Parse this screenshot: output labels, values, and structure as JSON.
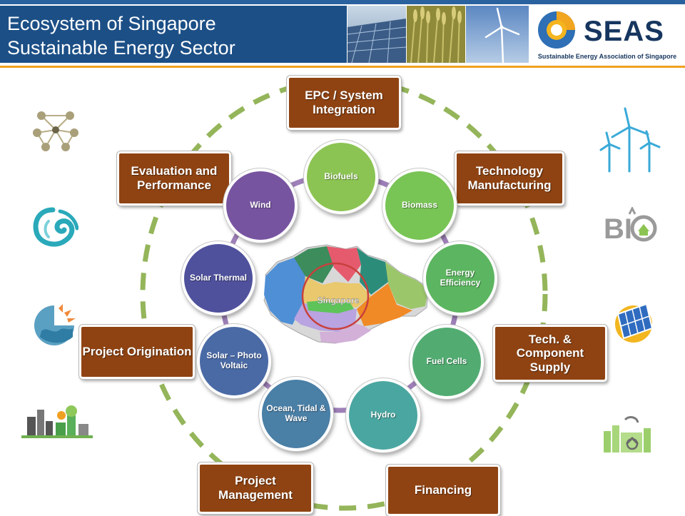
{
  "header": {
    "title_line1": "Ecosystem of Singapore",
    "title_line2": "Sustainable Energy Sector"
  },
  "logo": {
    "text": "SEAS",
    "subtitle": "Sustainable Energy Association of Singapore"
  },
  "stakeholders": {
    "epc": "EPC / System Integration",
    "technology": "Technology Manufacturing",
    "component": "Tech. & Component Supply",
    "financing": "Financing",
    "management": "Project Management",
    "origination": "Project Origination",
    "evaluation": "Evaluation and Performance"
  },
  "energy_sources": {
    "biofuels": "Biofuels",
    "biomass": "Biomass",
    "energy_efficiency": "Energy Efficiency",
    "fuel_cells": "Fuel Cells",
    "hydro": "Hydro",
    "ocean": "Ocean, Tidal & Wave",
    "solar_pv": "Solar – Photo Voltaic",
    "solar_thermal": "Solar Thermal",
    "wind": "Wind"
  },
  "map": {
    "label": "Singapore"
  },
  "colors": {
    "title_bar": "#1c4f86",
    "box": "#8f4312",
    "dash_ring": "#94b55a",
    "ring_line": "#7d55a0",
    "biofuels": "#8cc453",
    "biomass": "#78c455",
    "energy_efficiency": "#5cb560",
    "fuel_cells": "#52ac72",
    "hydro": "#4aa6a0",
    "ocean": "#4a7fa6",
    "solar_pv": "#4a6aa6",
    "solar_thermal": "#4f519c",
    "wind": "#7754a0"
  },
  "icons": {
    "left": [
      "network-icon",
      "water-swirl-icon",
      "ocean-wave-icon",
      "green-city-icon"
    ],
    "right": [
      "wind-turbine-icon",
      "bio-icon",
      "solar-panel-icon",
      "recycling-factory-icon"
    ]
  }
}
